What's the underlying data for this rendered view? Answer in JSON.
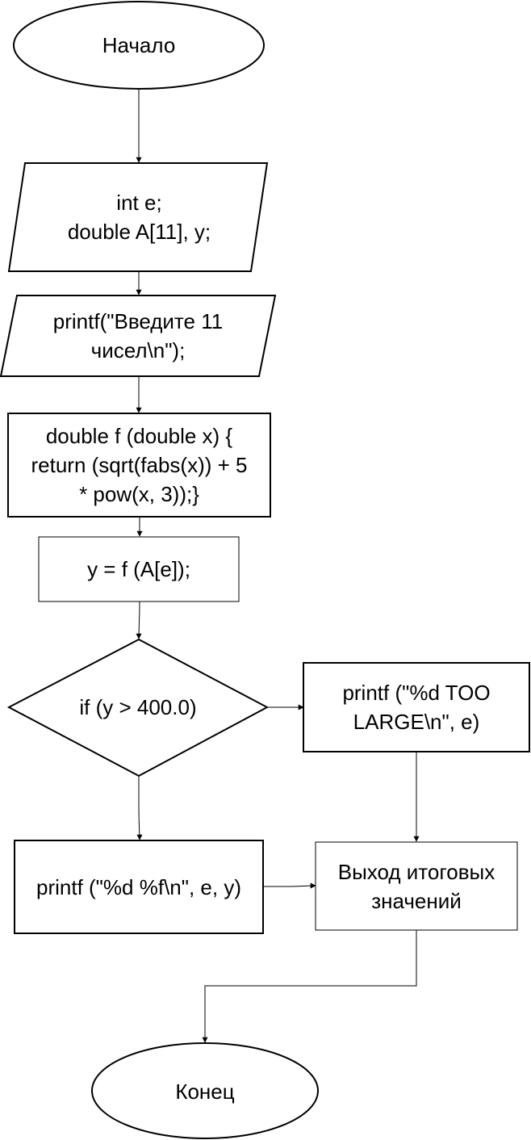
{
  "colors": {
    "stroke": "#000000",
    "fill": "#ffffff",
    "text": "#000000"
  },
  "nodes": {
    "start": {
      "shape": "ellipse",
      "label": "Начало"
    },
    "declare": {
      "shape": "parallelogram",
      "label": "int e;\n    double A[11], y;"
    },
    "input_prompt": {
      "shape": "parallelogram",
      "label": "printf(\"Введите 11\nчисел\\n\");"
    },
    "func_def": {
      "shape": "rectangle",
      "label": "double f (double x) {\nreturn (sqrt(fabs(x)) + 5\n* pow(x, 3));}"
    },
    "compute": {
      "shape": "rectangle",
      "label": "y = f (A[e]);"
    },
    "condition": {
      "shape": "diamond",
      "label": "if (y > 400.0)"
    },
    "too_large": {
      "shape": "rectangle",
      "label": "printf (\"%d TOO\nLARGE\\n\", e)"
    },
    "print_value": {
      "shape": "rectangle",
      "label": "printf (\"%d %f\\n\", e, y)"
    },
    "output": {
      "shape": "rectangle",
      "label": "Выход итоговых\nзначений"
    },
    "end": {
      "shape": "ellipse",
      "label": "Конец"
    }
  },
  "edges": [
    {
      "from": "start",
      "to": "declare"
    },
    {
      "from": "declare",
      "to": "input_prompt"
    },
    {
      "from": "input_prompt",
      "to": "func_def"
    },
    {
      "from": "func_def",
      "to": "compute"
    },
    {
      "from": "compute",
      "to": "condition"
    },
    {
      "from": "condition",
      "to": "too_large"
    },
    {
      "from": "condition",
      "to": "print_value"
    },
    {
      "from": "too_large",
      "to": "output"
    },
    {
      "from": "print_value",
      "to": "output"
    },
    {
      "from": "output",
      "to": "end"
    }
  ]
}
